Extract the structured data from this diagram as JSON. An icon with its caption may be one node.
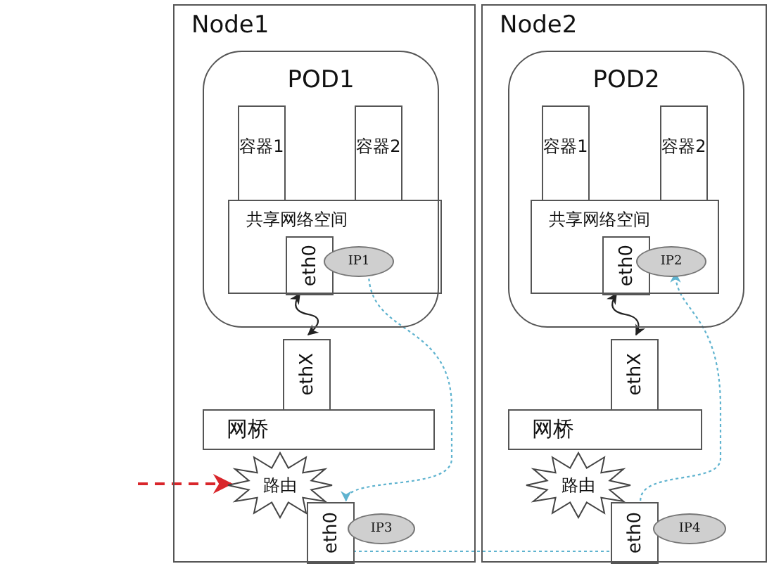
{
  "diagram": {
    "nodes": [
      {
        "text": [
          "Node1"
        ]
      },
      {
        "text": [
          "POD1"
        ],
        "in": 0
      },
      {
        "text": [
          "容器1"
        ],
        "in": 1
      },
      {
        "text": [
          "容器2"
        ],
        "in": 1
      },
      {
        "text": [
          "共享网络空间"
        ],
        "in": 1
      },
      {
        "text": [
          "eth0"
        ],
        "in": 4
      },
      {
        "text": [
          "IP1"
        ],
        "in": 4
      },
      {
        "text": [
          "ethX"
        ],
        "in": 0
      },
      {
        "text": [
          "网桥"
        ],
        "in": 0
      },
      {
        "text": [
          "路由"
        ],
        "in": 0
      },
      {
        "text": [
          "eth0"
        ],
        "in": 0
      },
      {
        "text": [
          "IP3"
        ],
        "in": 0
      },
      {
        "text": [
          "Node2"
        ]
      },
      {
        "text": [
          "POD2"
        ],
        "in": 12
      },
      {
        "text": [
          "容器1"
        ],
        "in": 13
      },
      {
        "text": [
          "容器2"
        ],
        "in": 13
      },
      {
        "text": [
          "共享网络空间"
        ],
        "in": 13
      },
      {
        "text": [
          "eth0"
        ],
        "in": 16
      },
      {
        "text": [
          "IP2"
        ],
        "in": 16
      },
      {
        "text": [
          "ethX"
        ],
        "in": 12
      },
      {
        "text": [
          "网桥"
        ],
        "in": 12
      },
      {
        "text": [
          "路由"
        ],
        "in": 12
      },
      {
        "text": [
          "eth0"
        ],
        "in": 12
      },
      {
        "text": [
          "IP4"
        ],
        "in": 12
      }
    ],
    "edges": [
      {
        "from": 5,
        "to": 7,
        "arrow": "both",
        "color": "#222222"
      },
      {
        "from": 17,
        "to": 19,
        "arrow": "both",
        "color": "#222222"
      },
      {
        "from": null,
        "to": 9,
        "arrow": "to",
        "style": "dashed",
        "color": "#d9262b"
      },
      {
        "from": 6,
        "to": 10,
        "arrow": "to",
        "style": "dashed",
        "color": "#5fb3cf"
      },
      {
        "from": 10,
        "to": 22,
        "arrow": "none",
        "style": "dashed",
        "color": "#5fb3cf"
      },
      {
        "from": 22,
        "to": 18,
        "arrow": "to",
        "style": "dashed",
        "color": "#5fb3cf"
      }
    ]
  }
}
